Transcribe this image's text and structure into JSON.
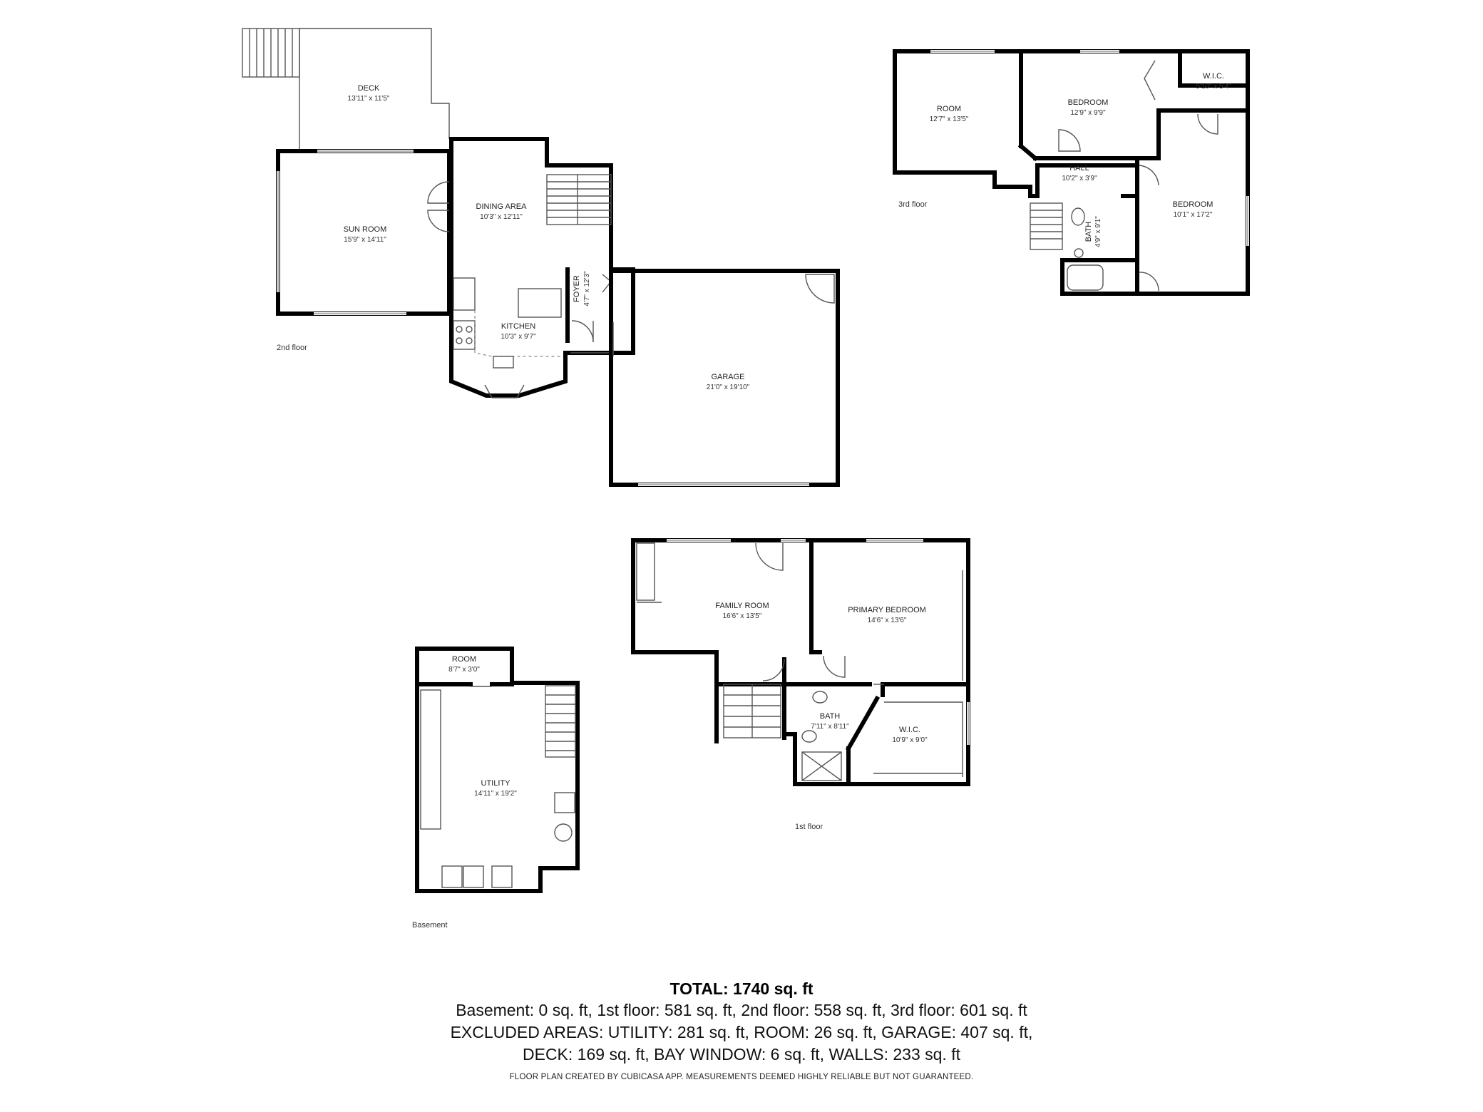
{
  "rooms": {
    "deck": {
      "name": "DECK",
      "dim": "13'11\" x 11'5\""
    },
    "sun_room": {
      "name": "SUN ROOM",
      "dim": "15'9\" x 14'11\""
    },
    "dining_area": {
      "name": "DINING AREA",
      "dim": "10'3\" x 12'11\""
    },
    "foyer": {
      "name": "FOYER",
      "dim": "4'7\" x 12'3\""
    },
    "kitchen": {
      "name": "KITCHEN",
      "dim": "10'3\" x 9'7\""
    },
    "garage": {
      "name": "GARAGE",
      "dim": "21'0\" x 19'10\""
    },
    "room_3f": {
      "name": "ROOM",
      "dim": "12'7\" x 13'5\""
    },
    "bedroom_3f_a": {
      "name": "BEDROOM",
      "dim": "12'9\" x 9'9\""
    },
    "wic_3f": {
      "name": "W.I.C.",
      "dim": "5'10\" x 5'4\""
    },
    "hall_3f": {
      "name": "HALL",
      "dim": "10'2\" x 3'9\""
    },
    "bedroom_3f_b": {
      "name": "BEDROOM",
      "dim": "10'1\" x 17'2\""
    },
    "bath_3f": {
      "name": "BATH",
      "dim": "4'9\" x 9'1\""
    },
    "family_room": {
      "name": "FAMILY ROOM",
      "dim": "16'6\" x 13'5\""
    },
    "primary_bedroom": {
      "name": "PRIMARY BEDROOM",
      "dim": "14'6\" x 13'6\""
    },
    "bath_1f": {
      "name": "BATH",
      "dim": "7'11\" x 8'11\""
    },
    "wic_1f": {
      "name": "W.I.C.",
      "dim": "10'9\" x 9'0\""
    },
    "room_bsmt": {
      "name": "ROOM",
      "dim": "8'7\" x 3'0\""
    },
    "utility": {
      "name": "UTILITY",
      "dim": "14'11\" x 19'2\""
    }
  },
  "floors": {
    "second": "2nd floor",
    "third": "3rd floor",
    "first": "1st floor",
    "basement": "Basement"
  },
  "totals": {
    "title": "TOTAL: 1740 sq. ft",
    "line1": "Basement: 0 sq. ft, 1st floor: 581 sq. ft, 2nd floor: 558 sq. ft, 3rd floor: 601 sq. ft",
    "line2": "EXCLUDED AREAS: UTILITY: 281 sq. ft, ROOM: 26 sq. ft, GARAGE: 407 sq. ft,",
    "line3": "DECK: 169 sq. ft, BAY WINDOW: 6 sq. ft, WALLS: 233 sq. ft"
  },
  "footer_note": "FLOOR PLAN CREATED BY CUBICASA APP. MEASUREMENTS DEEMED HIGHLY RELIABLE BUT NOT GUARANTEED."
}
